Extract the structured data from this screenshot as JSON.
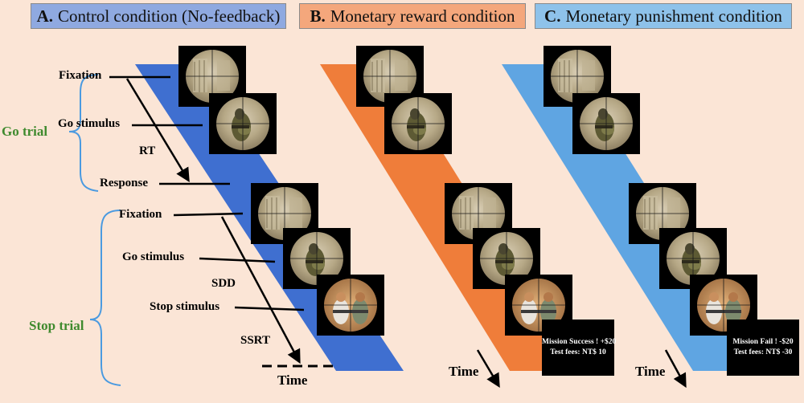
{
  "headers": {
    "a": {
      "letter": "A.",
      "text": "Control condition (No-feedback)"
    },
    "b": {
      "letter": "B.",
      "text": "Monetary reward condition"
    },
    "c": {
      "letter": "C.",
      "text": "Monetary punishment condition"
    }
  },
  "labels": {
    "fixation_go": "Fixation",
    "go_stimulus_go": "Go stimulus",
    "rt": "RT",
    "response": "Response",
    "fixation_stop": "Fixation",
    "go_stimulus_stop": "Go stimulus",
    "sdd": "SDD",
    "stop_stimulus": "Stop stimulus",
    "ssrt": "SSRT",
    "time": "Time"
  },
  "trials": {
    "go": "Go trial",
    "stop": "Stop trial"
  },
  "feedback": {
    "reward": {
      "line1": "Mission Success ! +$20",
      "line2": "Test fees: NT$ 10"
    },
    "punishment": {
      "line1": "Mission Fail ! -$20",
      "line2": "Test fees: NT$ -30"
    }
  },
  "colors": {
    "background": "#fbe5d6",
    "control_band": "#3f6fd0",
    "reward_band": "#ef7d3a",
    "punishment_band": "#5fa5e2",
    "trial_label": "#3f8a2e",
    "brace": "#4a9ae0"
  }
}
